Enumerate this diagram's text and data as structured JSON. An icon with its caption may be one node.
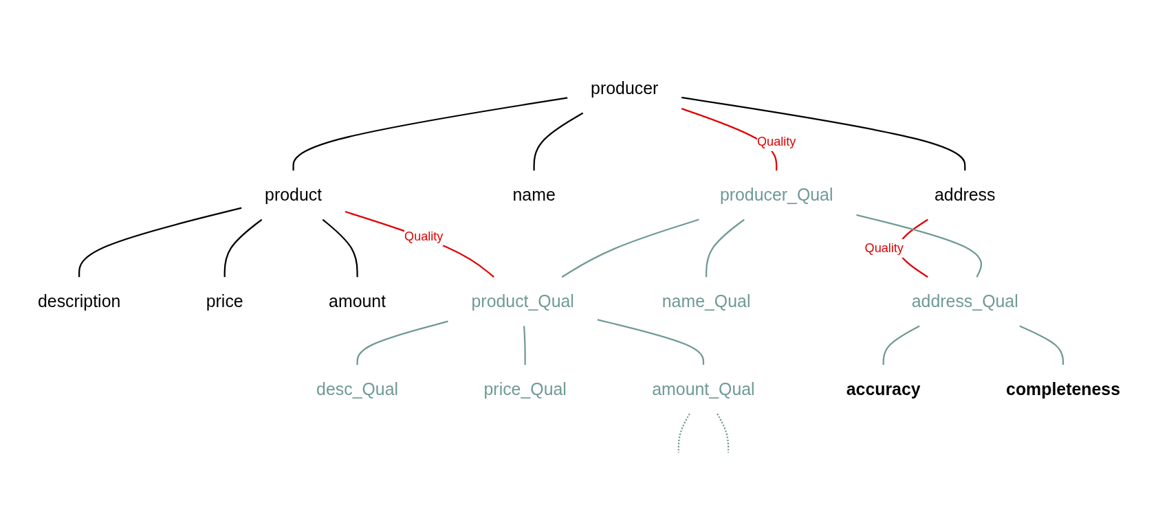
{
  "diagram": {
    "nodes": [
      {
        "text": [
          "producer"
        ]
      },
      {
        "text": [
          "product"
        ]
      },
      {
        "text": [
          "name"
        ]
      },
      {
        "text": [
          "address"
        ]
      },
      {
        "text": [
          "description"
        ]
      },
      {
        "text": [
          "price"
        ]
      },
      {
        "text": [
          "amount"
        ]
      },
      {
        "text": [
          "producer_Qual"
        ]
      },
      {
        "text": [
          "product_Qual"
        ]
      },
      {
        "text": [
          "name_Qual"
        ]
      },
      {
        "text": [
          "address_Qual"
        ]
      },
      {
        "text": [
          "desc_Qual"
        ]
      },
      {
        "text": [
          "price_Qual"
        ]
      },
      {
        "text": [
          "amount_Qual"
        ]
      },
      {
        "text": [
          "accuracy"
        ]
      },
      {
        "text": [
          "completeness"
        ]
      }
    ],
    "edges": [
      {
        "from": 0,
        "to": 1,
        "arrow": "none",
        "color": "#000000"
      },
      {
        "from": 0,
        "to": 2,
        "arrow": "none",
        "color": "#000000"
      },
      {
        "from": 0,
        "to": 3,
        "arrow": "none",
        "color": "#000000"
      },
      {
        "from": 1,
        "to": 4,
        "arrow": "none",
        "color": "#000000"
      },
      {
        "from": 1,
        "to": 5,
        "arrow": "none",
        "color": "#000000"
      },
      {
        "from": 1,
        "to": 6,
        "arrow": "none",
        "color": "#000000"
      },
      {
        "from": 0,
        "to": 7,
        "arrow": "none",
        "label": "Quality",
        "color": "#e00000"
      },
      {
        "from": 3,
        "to": 10,
        "arrow": "none",
        "label": "Quality",
        "color": "#e00000"
      },
      {
        "from": 1,
        "to": 8,
        "arrow": "none",
        "label": "Quality",
        "color": "#e00000"
      },
      {
        "from": 7,
        "to": 8,
        "arrow": "none"
      },
      {
        "from": 7,
        "to": 9,
        "arrow": "none"
      },
      {
        "from": 7,
        "to": 10,
        "arrow": "none"
      },
      {
        "from": 8,
        "to": 11,
        "arrow": "none"
      },
      {
        "from": 8,
        "to": 12,
        "arrow": "none"
      },
      {
        "from": 8,
        "to": 13,
        "arrow": "none"
      },
      {
        "from": 10,
        "to": 14,
        "arrow": "none"
      },
      {
        "from": 10,
        "to": 15,
        "arrow": "none"
      },
      {
        "from": 13,
        "to": null,
        "arrow": "none",
        "style": "dashed"
      },
      {
        "from": 13,
        "to": null,
        "arrow": "none",
        "style": "dashed"
      }
    ]
  }
}
